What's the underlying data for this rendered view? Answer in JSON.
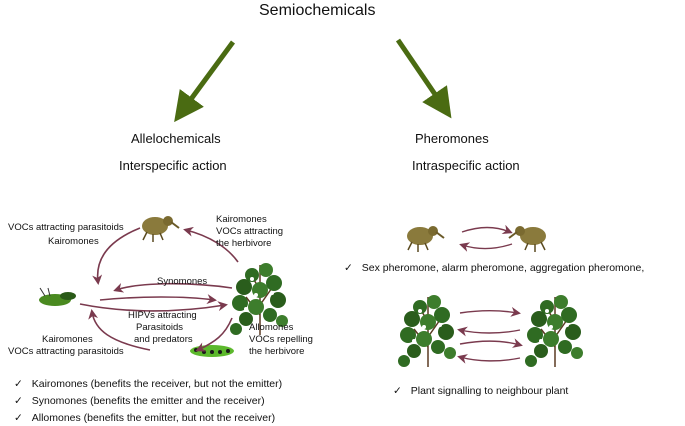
{
  "title": "Semiochemicals",
  "left": {
    "heading": "Allelochemicals",
    "subheading": "Interspecific action",
    "labels": {
      "vocs_parasitoids_top": "VOCs attracting parasitoids",
      "kairomones_top": "Kairomones",
      "kairomones_herbivore_1": "Kairomones",
      "kairomones_herbivore_2": "VOCs attracting",
      "kairomones_herbivore_3": "the herbivore",
      "synomones": "Synomones",
      "hipvs_1": "HIPVs attracting",
      "hipvs_2": "Parasitoids",
      "hipvs_3": "and predators",
      "allomones_1": "Allomones",
      "allomones_2": "VOCs repelling",
      "allomones_3": "the herbivore",
      "kairomones_bottom_1": "Kairomones",
      "kairomones_bottom_2": "VOCs attracting parasitoids"
    },
    "bullets": [
      "Kairomones (benefits the receiver, but not the emitter)",
      "Synomones (benefits the emitter and the receiver)",
      "Allomones   (benefits the emitter, but not the receiver)"
    ]
  },
  "right": {
    "heading": "Pheromones",
    "subheading": "Intraspecific action",
    "bullet_insects": "Sex pheromone, alarm pheromone, aggregation pheromone,",
    "bullet_plants": "Plant signalling to neighbour plant"
  },
  "check_mark": "✓",
  "colors": {
    "main_arrow": "#4a6b12",
    "flow_arrow": "#7a3a4e",
    "leaf": "#2f6b22",
    "weevil": "#8a7a3c",
    "larva": "#5cb82c"
  }
}
